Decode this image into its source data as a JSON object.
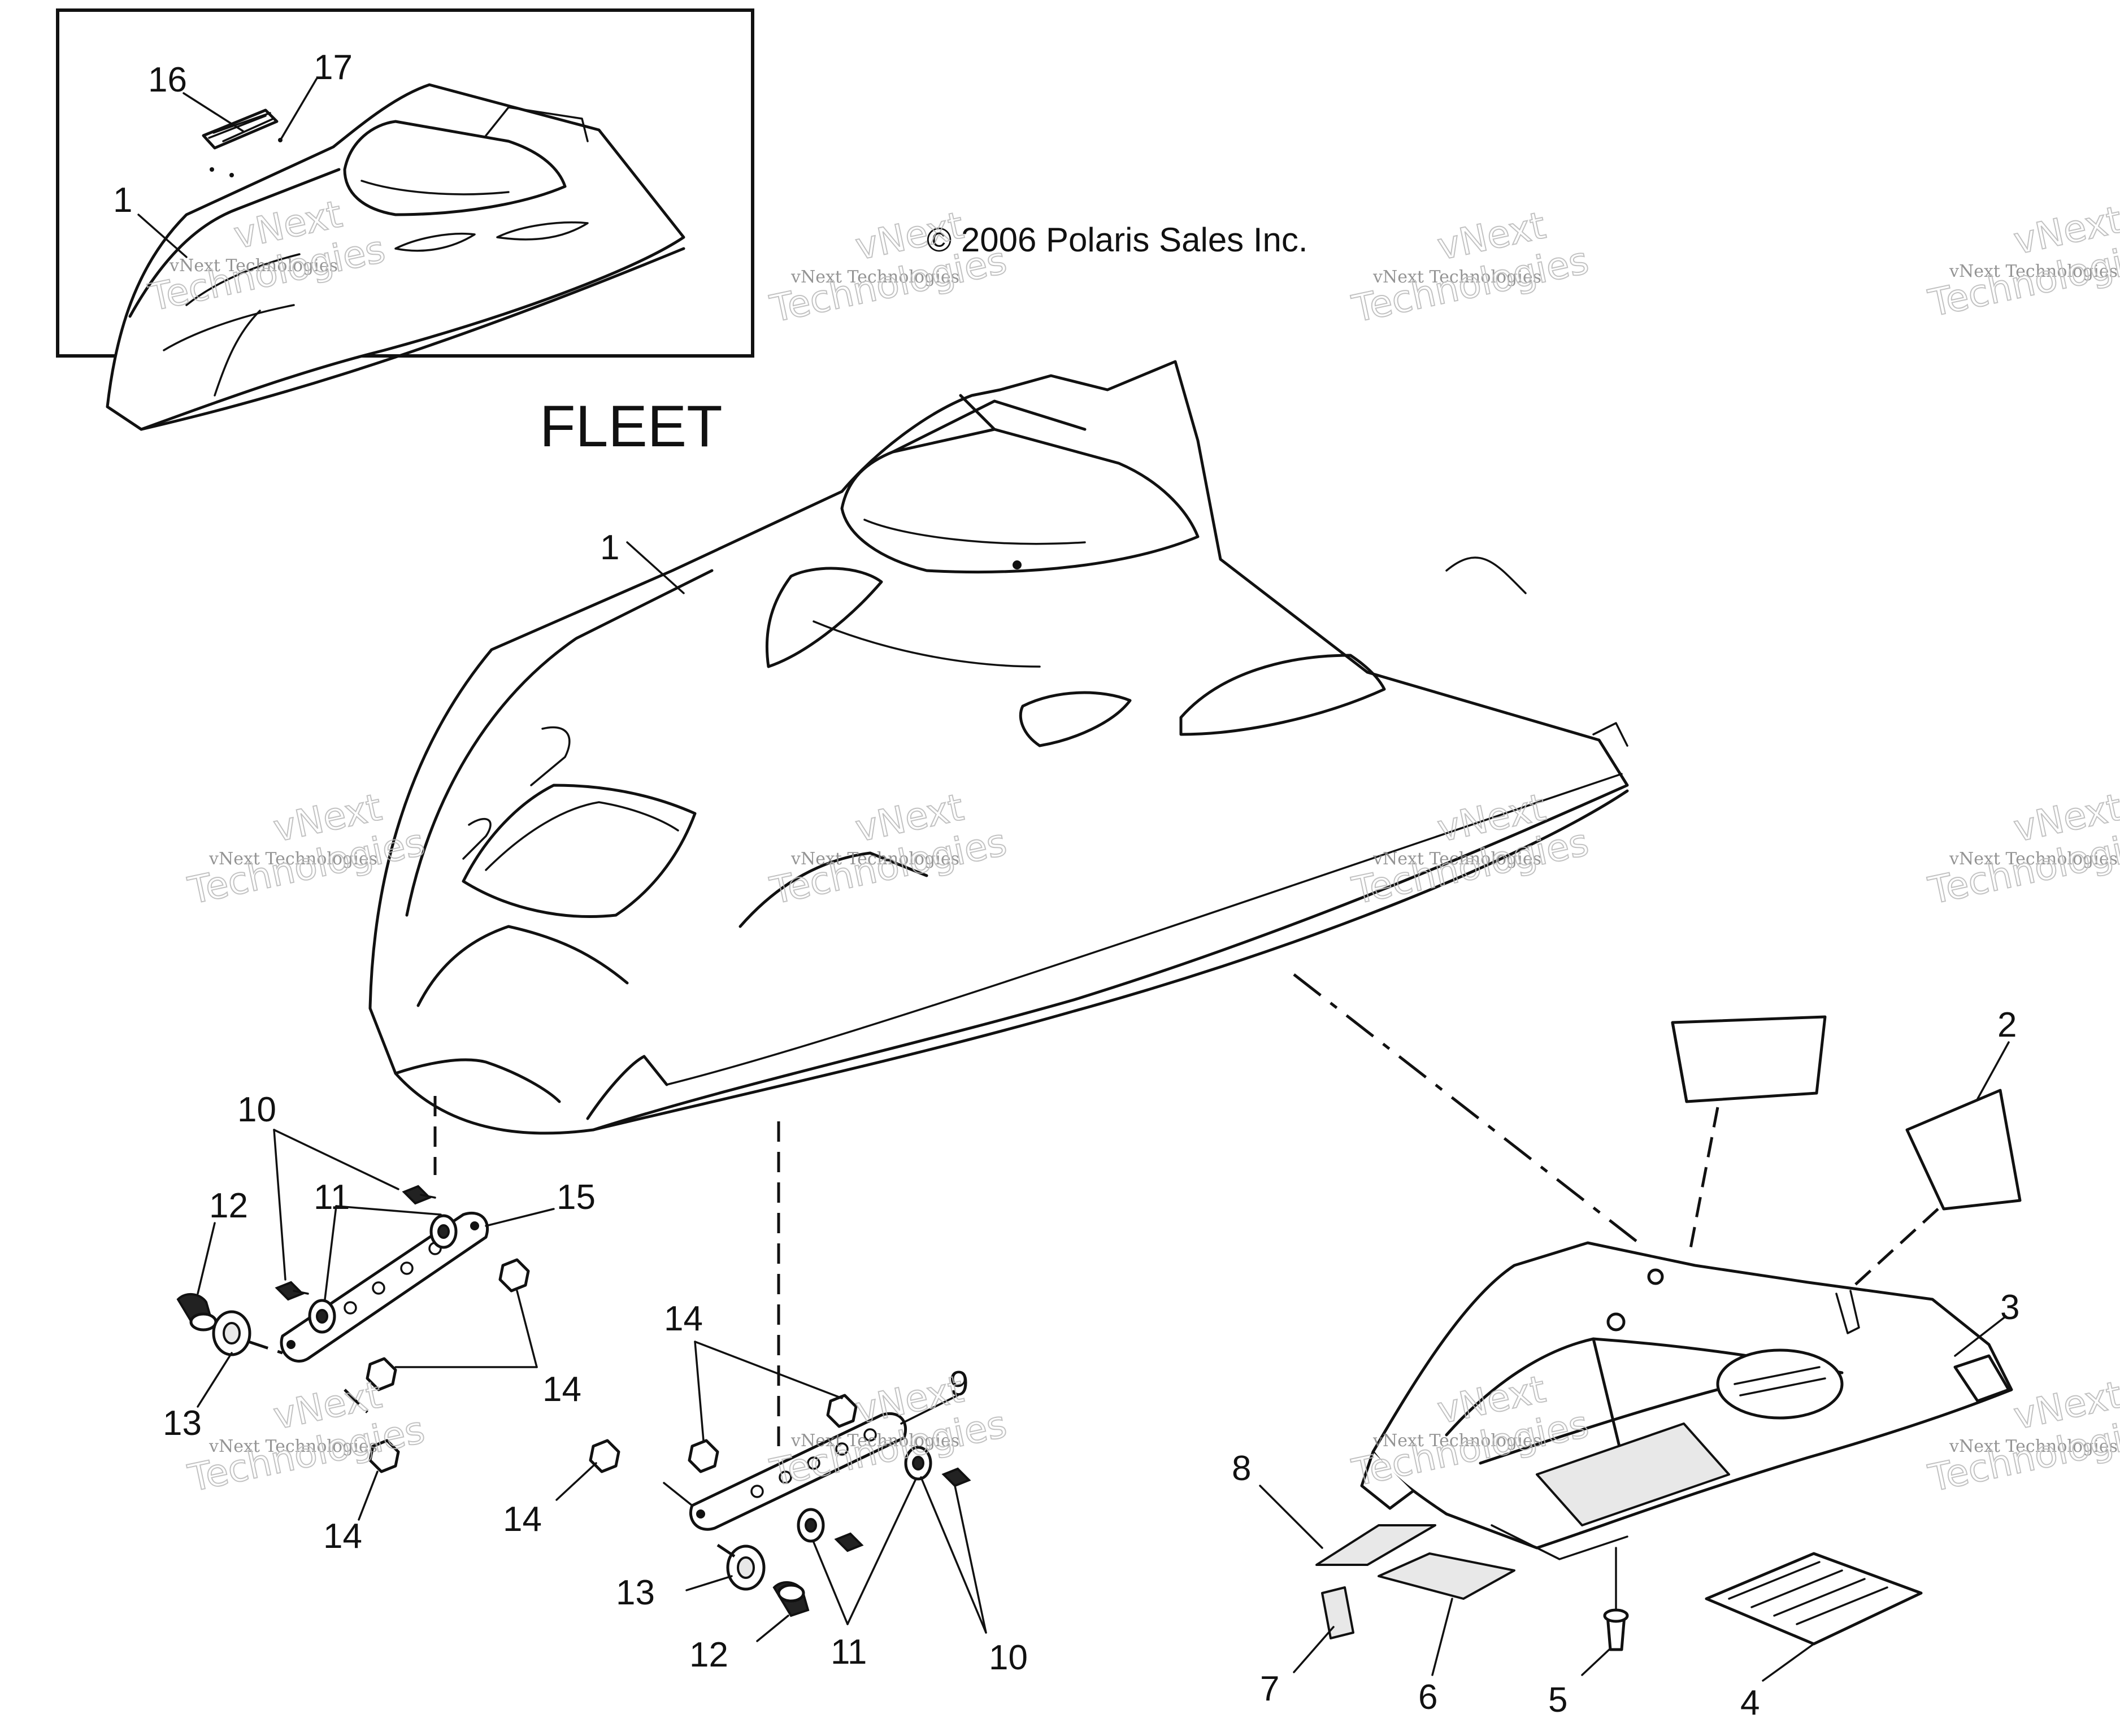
{
  "copyright": "© 2006 Polaris Sales Inc.",
  "inset": {
    "label": "FLEET"
  },
  "watermark": {
    "line1": "vNext Technologies",
    "line2": "vNext",
    "line3": "Technologies"
  },
  "callouts": {
    "c1_inset": "1",
    "c16": "16",
    "c17": "17",
    "c1": "1",
    "c2": "2",
    "c3": "3",
    "c4": "4",
    "c5": "5",
    "c6": "6",
    "c7": "7",
    "c8": "8",
    "c9": "9",
    "c10_left": "10",
    "c10_right": "10",
    "c11_left": "11",
    "c11_right": "11",
    "c12_left": "12",
    "c12_right": "12",
    "c13_left": "13",
    "c13_right": "13",
    "c14_a": "14",
    "c14_b": "14",
    "c14_c": "14",
    "c14_d": "14",
    "c15": "15"
  }
}
